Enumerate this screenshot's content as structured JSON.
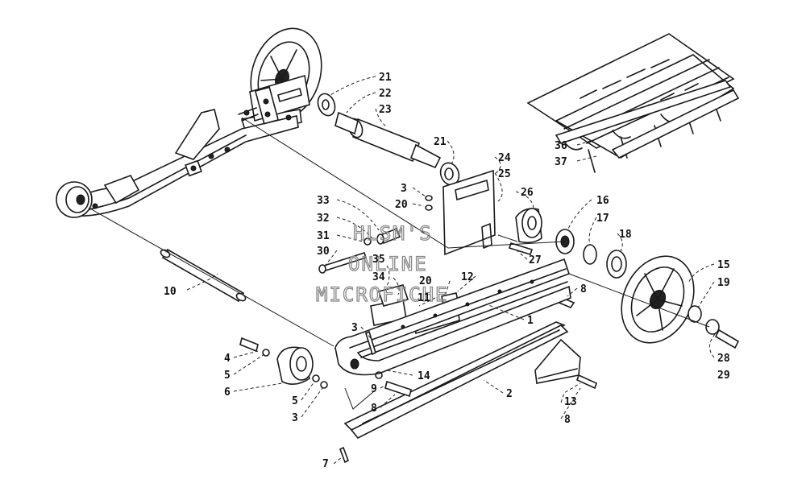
{
  "watermark": [
    "HLSM'S",
    "ONLINE",
    "MICROFICHE"
  ],
  "callouts": [
    {
      "label": "21"
    },
    {
      "label": "22"
    },
    {
      "label": "23"
    },
    {
      "label": "21"
    },
    {
      "label": "24"
    },
    {
      "label": "25"
    },
    {
      "label": "26"
    },
    {
      "label": "16"
    },
    {
      "label": "17"
    },
    {
      "label": "18"
    },
    {
      "label": "15"
    },
    {
      "label": "19"
    },
    {
      "label": "28"
    },
    {
      "label": "29"
    },
    {
      "label": "36"
    },
    {
      "label": "37"
    },
    {
      "label": "3"
    },
    {
      "label": "20"
    },
    {
      "label": "33"
    },
    {
      "label": "32"
    },
    {
      "label": "31"
    },
    {
      "label": "30"
    },
    {
      "label": "35"
    },
    {
      "label": "34"
    },
    {
      "label": "20"
    },
    {
      "label": "12"
    },
    {
      "label": "11"
    },
    {
      "label": "27"
    },
    {
      "label": "8"
    },
    {
      "label": "1"
    },
    {
      "label": "10"
    },
    {
      "label": "3"
    },
    {
      "label": "4"
    },
    {
      "label": "5"
    },
    {
      "label": "6"
    },
    {
      "label": "5"
    },
    {
      "label": "3"
    },
    {
      "label": "14"
    },
    {
      "label": "9"
    },
    {
      "label": "8"
    },
    {
      "label": "2"
    },
    {
      "label": "13"
    },
    {
      "label": "8"
    },
    {
      "label": "7"
    }
  ]
}
